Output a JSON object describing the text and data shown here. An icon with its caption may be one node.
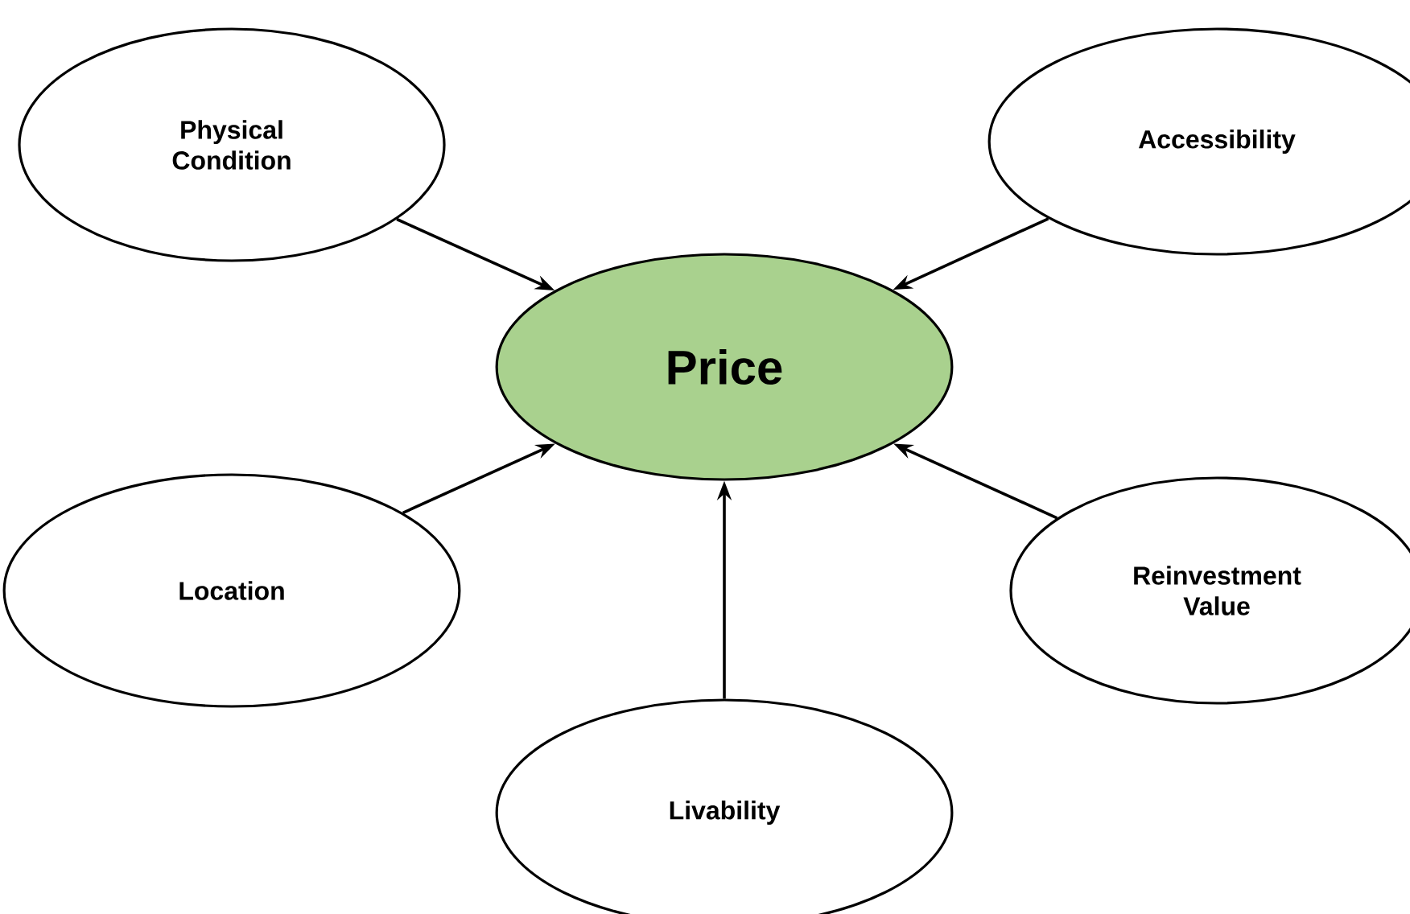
{
  "diagram": {
    "nodes": [
      {
        "text": [
          "Physical Condition"
        ]
      },
      {
        "text": [
          "Accessibility"
        ]
      },
      {
        "text": [
          "Price"
        ]
      },
      {
        "text": [
          "Location"
        ]
      },
      {
        "text": [
          "Reinvestment Value"
        ]
      },
      {
        "text": [
          "Livability"
        ]
      }
    ],
    "edges": [
      {
        "from": 0,
        "to": 2,
        "arrow": "to"
      },
      {
        "from": 1,
        "to": 2,
        "arrow": "to"
      },
      {
        "from": 3,
        "to": 2,
        "arrow": "to"
      },
      {
        "from": 4,
        "to": 2,
        "arrow": "to"
      },
      {
        "from": 5,
        "to": 2,
        "arrow": "to"
      }
    ]
  }
}
